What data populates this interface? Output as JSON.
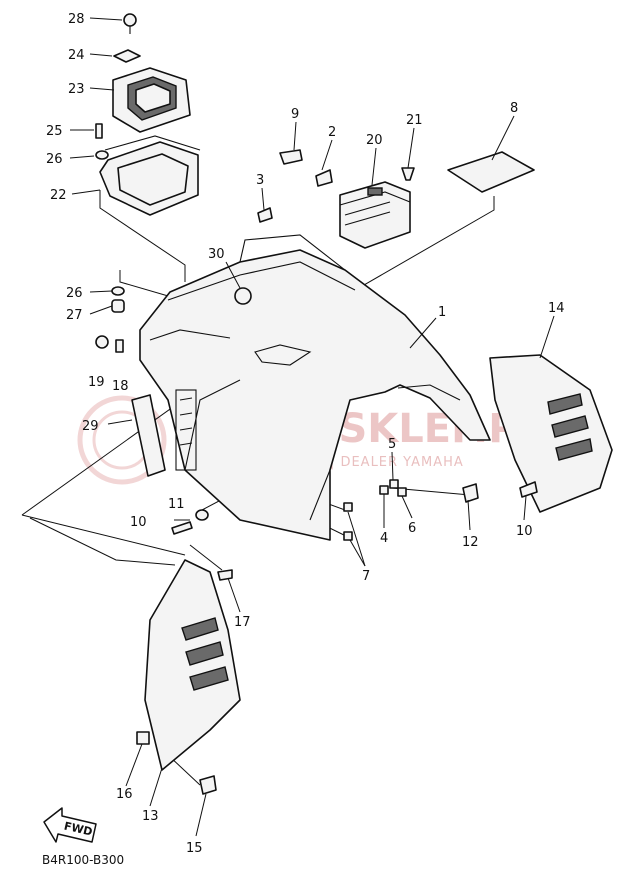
{
  "diagram": {
    "reference_code": "B4R100-B300",
    "fwd_label": "FWD",
    "callouts": [
      "28",
      "24",
      "23",
      "25",
      "26",
      "22",
      "9",
      "2",
      "20",
      "21",
      "8",
      "3",
      "30",
      "26",
      "27",
      "19",
      "18",
      "1",
      "14",
      "29",
      "5",
      "11",
      "10",
      "4",
      "6",
      "7",
      "12",
      "10",
      "17",
      "16",
      "13",
      "15"
    ]
  },
  "watermark": {
    "title": "YAMA-SKLEP.PL",
    "subtitle": "WOJCIECHOWICZ | DEALER YAMAHA",
    "color": "#e6b4b4"
  }
}
